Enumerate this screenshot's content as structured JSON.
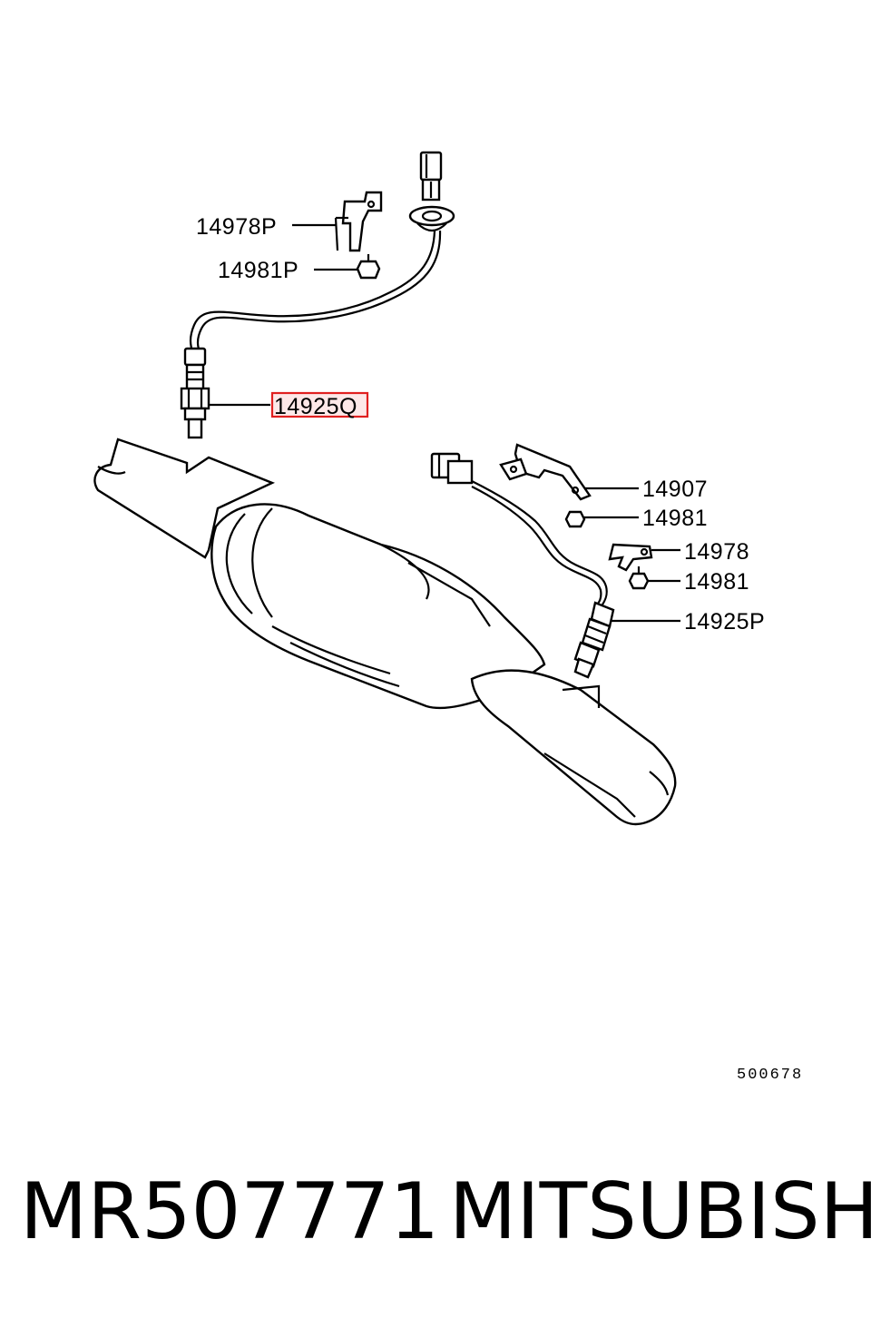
{
  "diagram": {
    "callouts": {
      "upper_bracket": "14978P",
      "upper_bolt": "14981P",
      "upper_sensor": "14925Q",
      "lower_bracket_long": "14907",
      "lower_bolt_1": "14981",
      "lower_bracket_small": "14978",
      "lower_bolt_2": "14981",
      "lower_sensor": "14925P"
    },
    "highlighted_callout": "14925Q",
    "highlight_color": "#e02020",
    "diagram_code": "500678"
  },
  "footer": {
    "part_number": "MR507771",
    "brand": "MITSUBISHI"
  }
}
